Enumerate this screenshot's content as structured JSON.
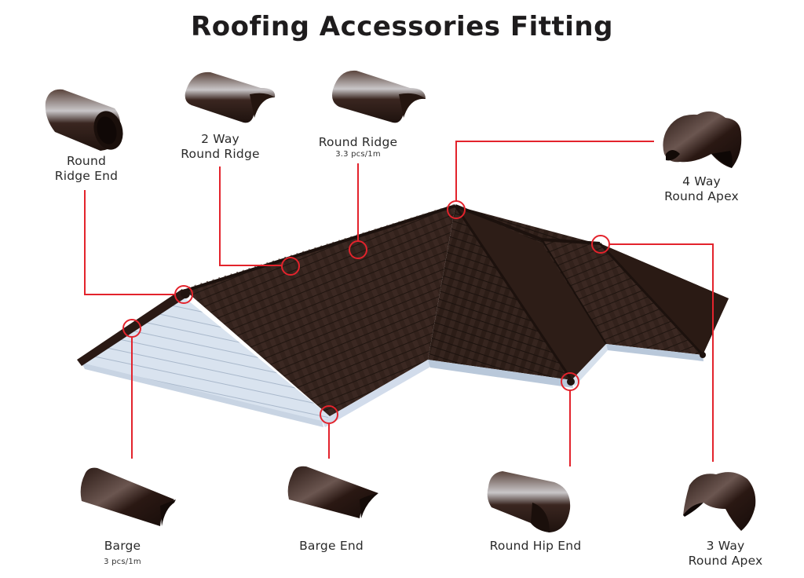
{
  "title": "Roofing Accessories Fitting",
  "colors": {
    "callout": "#e3232c",
    "tile": "#2f1f1a",
    "tile_light": "#4a3530",
    "fascia": "#c9d6e6",
    "gable": "#d8e2ee",
    "text": "#2a2a2a"
  },
  "accessories": [
    {
      "id": "round-ridge-end",
      "lines": [
        "Round",
        "Ridge End"
      ],
      "note": "",
      "icon": "round-ridge-end-tile"
    },
    {
      "id": "2-way-round-ridge",
      "lines": [
        "2 Way",
        "Round Ridge"
      ],
      "note": "",
      "icon": "2-way-round-ridge-tile"
    },
    {
      "id": "round-ridge",
      "lines": [
        "Round Ridge"
      ],
      "note": "3.3 pcs/1m",
      "icon": "round-ridge-tile"
    },
    {
      "id": "4-way-round-apex",
      "lines": [
        "4 Way",
        "Round Apex"
      ],
      "note": "",
      "icon": "4-way-round-apex-tile"
    },
    {
      "id": "barge",
      "lines": [
        "Barge"
      ],
      "note": "3 pcs/1m",
      "icon": "barge-tile"
    },
    {
      "id": "barge-end",
      "lines": [
        "Barge End"
      ],
      "note": "",
      "icon": "barge-end-tile"
    },
    {
      "id": "round-hip-end",
      "lines": [
        "Round Hip End"
      ],
      "note": "",
      "icon": "round-hip-end-tile"
    },
    {
      "id": "3-way-round-apex",
      "lines": [
        "3 Way",
        "Round Apex"
      ],
      "note": "",
      "icon": "3-way-round-apex-tile"
    }
  ]
}
